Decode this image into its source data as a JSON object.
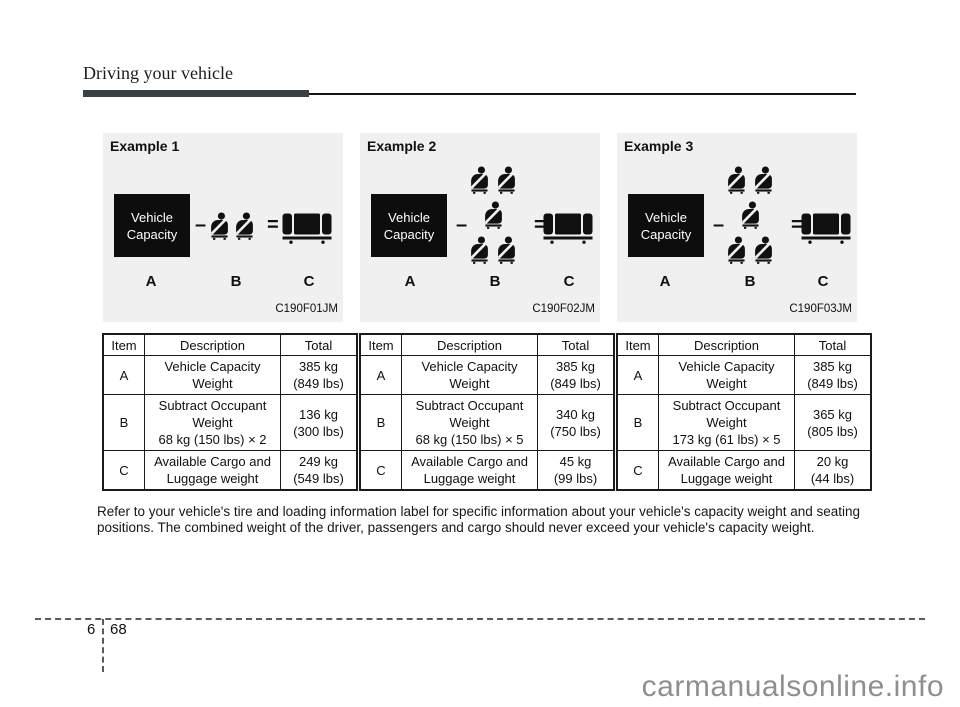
{
  "page_header": {
    "title": "Driving your vehicle"
  },
  "examples": [
    {
      "title": "Example 1",
      "figure": {
        "box_line1": "Vehicle",
        "box_line2": "Capacity",
        "minus": "–",
        "equals": "=",
        "item_labels": [
          "A",
          "B",
          "C"
        ],
        "occupant_count": 2,
        "code": "C190F01JM"
      },
      "table": {
        "headers": [
          "Item",
          "Description",
          "Total"
        ],
        "rows": [
          {
            "item": "A",
            "description_lines": [
              "Vehicle Capacity",
              "Weight"
            ],
            "total_lines": [
              "385 kg",
              "(849 lbs)"
            ]
          },
          {
            "item": "B",
            "description_lines": [
              "Subtract Occupant",
              "Weight",
              "68 kg (150 lbs) × 2"
            ],
            "total_lines": [
              "136 kg",
              "(300 lbs)"
            ]
          },
          {
            "item": "C",
            "description_lines": [
              "Available Cargo and",
              "Luggage weight"
            ],
            "total_lines": [
              "249 kg",
              "(549 lbs)"
            ]
          }
        ]
      }
    },
    {
      "title": "Example 2",
      "figure": {
        "box_line1": "Vehicle",
        "box_line2": "Capacity",
        "minus": "–",
        "equals": "=",
        "item_labels": [
          "A",
          "B",
          "C"
        ],
        "occupant_count": 5,
        "code": "C190F02JM"
      },
      "table": {
        "headers": [
          "Item",
          "Description",
          "Total"
        ],
        "rows": [
          {
            "item": "A",
            "description_lines": [
              "Vehicle Capacity",
              "Weight"
            ],
            "total_lines": [
              "385 kg",
              "(849 lbs)"
            ]
          },
          {
            "item": "B",
            "description_lines": [
              "Subtract Occupant",
              "Weight",
              "68 kg (150 lbs) × 5"
            ],
            "total_lines": [
              "340 kg",
              "(750 lbs)"
            ]
          },
          {
            "item": "C",
            "description_lines": [
              "Available Cargo and",
              "Luggage weight"
            ],
            "total_lines": [
              "45 kg",
              "(99 lbs)"
            ]
          }
        ]
      }
    },
    {
      "title": "Example 3",
      "figure": {
        "box_line1": "Vehicle",
        "box_line2": "Capacity",
        "minus": "–",
        "equals": "=",
        "item_labels": [
          "A",
          "B",
          "C"
        ],
        "occupant_count": 5,
        "code": "C190F03JM"
      },
      "table": {
        "headers": [
          "Item",
          "Description",
          "Total"
        ],
        "rows": [
          {
            "item": "A",
            "description_lines": [
              "Vehicle Capacity",
              "Weight"
            ],
            "total_lines": [
              "385 kg",
              "(849 lbs)"
            ]
          },
          {
            "item": "B",
            "description_lines": [
              "Subtract Occupant",
              "Weight",
              "173 kg (61 lbs) × 5"
            ],
            "total_lines": [
              "365 kg",
              "(805 lbs)"
            ]
          },
          {
            "item": "C",
            "description_lines": [
              "Available Cargo and",
              "Luggage weight"
            ],
            "total_lines": [
              "20 kg",
              "(44 lbs)"
            ]
          }
        ]
      }
    }
  ],
  "footnote": "Refer to your vehicle's tire and loading information label for specific information about your vehicle's capacity weight and seating positions. The combined weight of the driver, passengers and cargo should never exceed your vehicle's capacity weight.",
  "footer": {
    "chapter": "6",
    "page": "68"
  },
  "watermark": "carmanualsonline.info",
  "icons": {
    "occupant": "occupant-seatbelt-icon",
    "cargo": "cargo-luggage-icon"
  },
  "colors": {
    "panel_bg": "#f0f0f0",
    "capacity_box_bg": "#0d0d0d",
    "capacity_box_text": "#ffffff",
    "header_bar": "#3b4044",
    "table_border": "#1b1b1b",
    "watermark_text": "#8f8f8f"
  }
}
